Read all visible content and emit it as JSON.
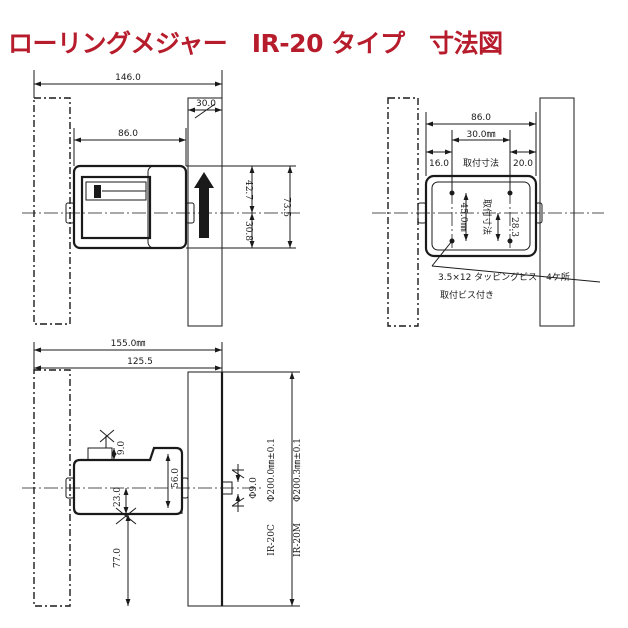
{
  "title": "ローリングメジャー　IR-20 タイプ　寸法図",
  "view_front": {
    "overall_width": "146.0",
    "body_width": "86.0",
    "rail_width": "30.0",
    "upper_height": "42.7",
    "lower_height": "30.8",
    "total_height": "73.5"
  },
  "view_side": {
    "overall_width": "86.0",
    "mount_pitch": "30.0㎜",
    "left_margin": "16.0",
    "mount_label": "取付寸法",
    "right_margin": "20.0",
    "vertical_pitch": "45.0㎜",
    "vertical_mount_label": "取付寸法",
    "lower_offset": "28.3",
    "screw_spec": "3.5×12 タッピングビス　4ケ所",
    "screw_note": "取付ビス付き"
  },
  "view_bottom": {
    "overall_width": "155.0㎜",
    "center_width": "125.5",
    "tab_height": "9.0",
    "body_height": "56.0",
    "lower_body": "23.0",
    "offset": "77.0",
    "shaft_diameter": "Φ9.0",
    "model_c": "IR-20C",
    "model_m": "IR-20M",
    "dia_c": "Φ200.0㎜±0.1",
    "dia_m": "Φ200.3㎜±0.1"
  }
}
